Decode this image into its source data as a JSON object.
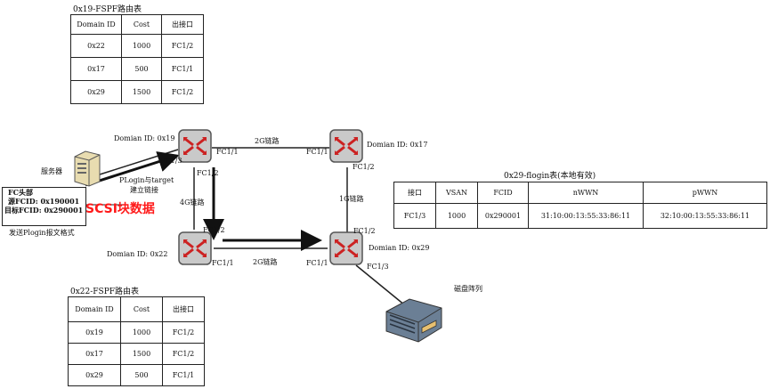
{
  "top_table": {
    "caption": "0x19-FSPF路由表",
    "headers": [
      "Domain ID",
      "Cost",
      "出接口"
    ],
    "rows": [
      [
        "0x22",
        "1000",
        "FC1/2"
      ],
      [
        "0x17",
        "500",
        "FC1/1"
      ],
      [
        "0x29",
        "1500",
        "FC1/2"
      ]
    ]
  },
  "bottom_table": {
    "caption": "0x22-FSPF路由表",
    "headers": [
      "Domain ID",
      "Cost",
      "出接口"
    ],
    "rows": [
      [
        "0x19",
        "1000",
        "FC1/2"
      ],
      [
        "0x17",
        "1500",
        "FC1/2"
      ],
      [
        "0x29",
        "500",
        "FC1/1"
      ]
    ]
  },
  "flogin_table": {
    "caption": "0x29-flogin表(本地有效)",
    "headers": [
      "接口",
      "VSAN",
      "FCID",
      "nWWN",
      "pWWN"
    ],
    "rows": [
      [
        "FC1/3",
        "1000",
        "0x290001",
        "31:10:00:13:55:33:86:11",
        "32:10:00:13:55:33:86:11"
      ]
    ]
  },
  "switches": {
    "s19": {
      "label": "Domian ID: 0x19",
      "icon": "fc-switch-icon"
    },
    "s17": {
      "label": "Domian ID: 0x17",
      "icon": "fc-switch-icon"
    },
    "s22": {
      "label": "Domian ID: 0x22",
      "icon": "fc-switch-icon"
    },
    "s29": {
      "label": "Domian ID: 0x29",
      "icon": "fc-switch-icon"
    }
  },
  "ports": {
    "s19_fc11": "FC1/1",
    "s19_fc12": "FC1/2",
    "s19_fc13": "FC1/3",
    "s17_fc11": "FC1/1",
    "s17_fc12": "FC1/2",
    "s22_fc12": "FC1/2",
    "s22_fc11": "FC1/1",
    "s29_fc11": "FC1/1",
    "s29_fc12": "FC1/2",
    "s29_fc13": "FC1/3"
  },
  "links": {
    "top": "2G链路",
    "left": "4G链路",
    "right": "1G链路",
    "bottom": "2G链路"
  },
  "server": {
    "label": "服务器",
    "icon": "server-icon"
  },
  "disk_array": {
    "label": "磁盘阵列",
    "icon": "disk-array-icon"
  },
  "plogin_note": {
    "line1": "PLogin与target",
    "line2": "建立链接"
  },
  "fc_header": {
    "title": "FC头部",
    "source": "源FCID: 0x190001",
    "target": "目标FCID: 0x290001"
  },
  "scsi_label": "SCSI块数据",
  "send_caption": "发送Plogin报文格式",
  "colors": {
    "scsi": "#ff1a1a",
    "switch_body": "#c9c9c9",
    "switch_arrow": "#cc2222"
  }
}
